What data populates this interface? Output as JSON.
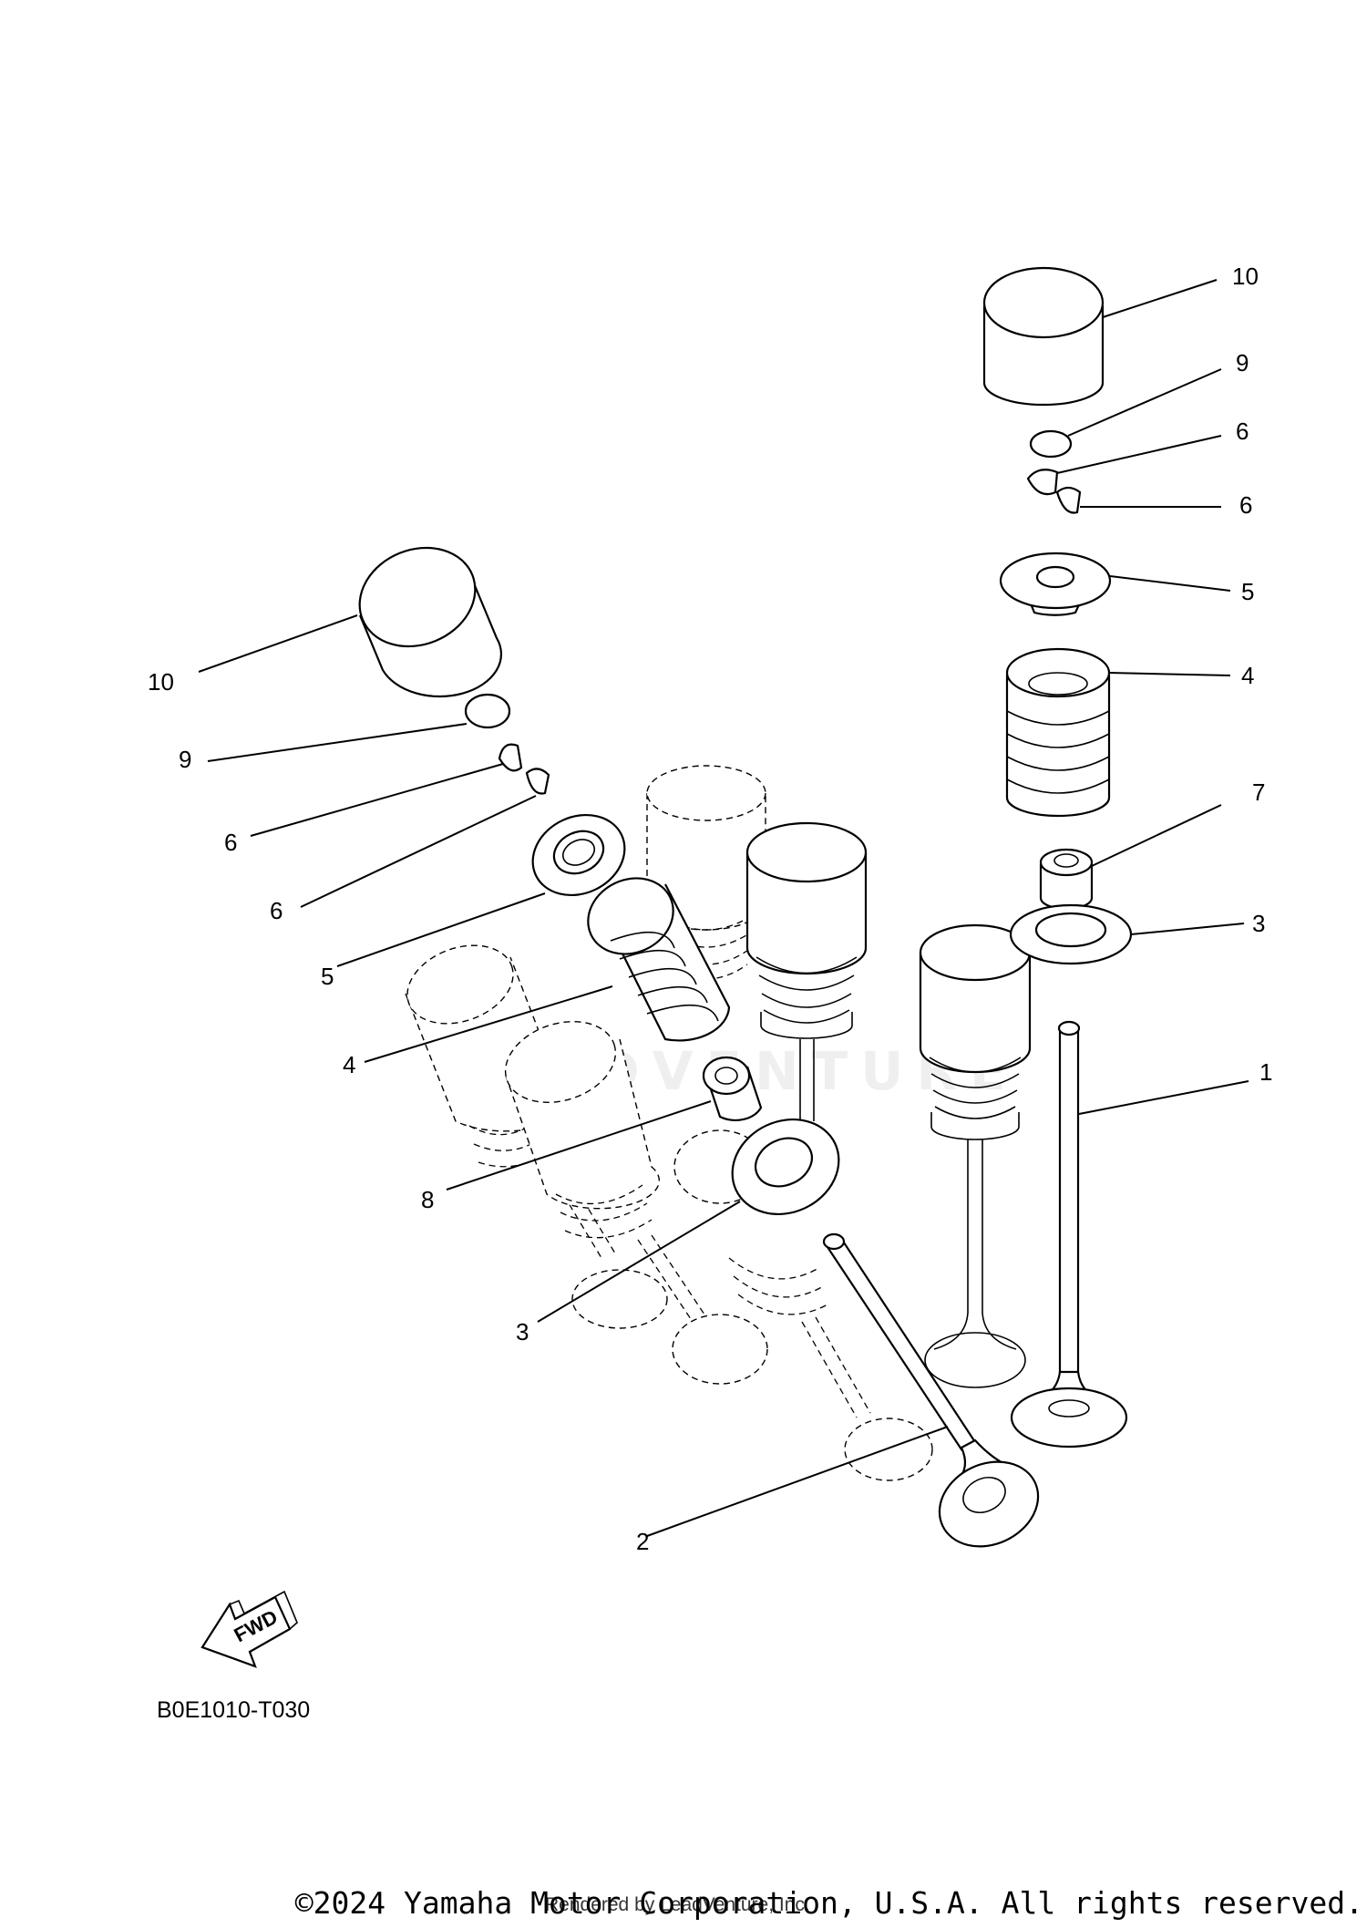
{
  "diagram": {
    "callouts": [
      "1",
      "2",
      "3",
      "3",
      "4",
      "4",
      "5",
      "5",
      "6",
      "6",
      "6",
      "6",
      "7",
      "8",
      "9",
      "9",
      "10",
      "10"
    ],
    "fwd_label": "FWD",
    "code": "B0E1010-T030",
    "watermark": "LEADVENTURE"
  },
  "footer": {
    "rendered_by": "Rendered by LeadVenture, Inc.",
    "copyright": "©2024 Yamaha Motor Corporation, U.S.A. All rights reserved."
  }
}
